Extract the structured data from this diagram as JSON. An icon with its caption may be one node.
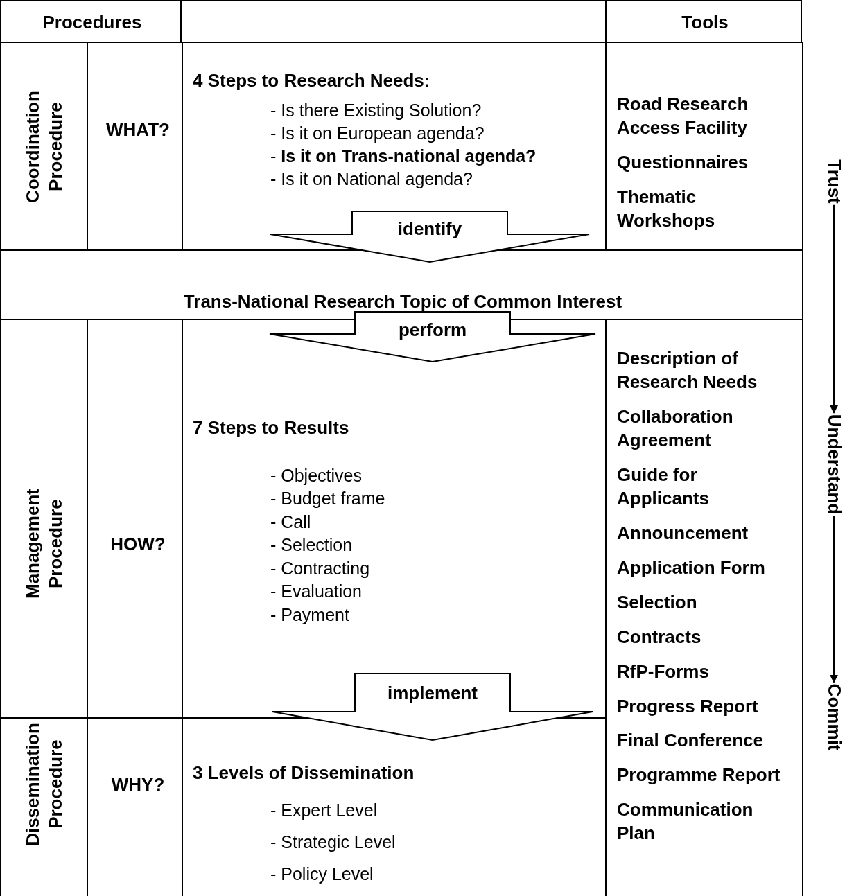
{
  "diagram": {
    "nodes": [
      {
        "text": [
          "Procedures"
        ]
      },
      {
        "text": [
          "Tools"
        ]
      },
      {
        "text": [
          "Coordination Procedure"
        ]
      },
      {
        "text": [
          "WHAT?"
        ]
      },
      {
        "text": [
          "4 Steps to Research Needs:",
          "- Is there Existing Solution?",
          "- Is it on European agenda?",
          "- **Is it on Trans-national agenda?**",
          "- Is it on National agenda?"
        ]
      },
      {
        "text": [
          "Road Research Access Facility",
          "Questionnaires",
          "Thematic Workshops"
        ]
      },
      {
        "text": [
          "Trans-National Research Topic of Common Interest"
        ]
      },
      {
        "text": [
          "Management Procedure"
        ]
      },
      {
        "text": [
          "HOW?"
        ]
      },
      {
        "text": [
          "7 Steps to Results",
          "- Objectives",
          "- Budget frame",
          "- Call",
          "- Selection",
          "- Contracting",
          "- Evaluation",
          "- Payment"
        ]
      },
      {
        "text": [
          "Description of Research Needs",
          "Collaboration Agreement",
          "Guide for Applicants",
          "Announcement",
          "Application Form",
          "Selection",
          "Contracts",
          "RfP-Forms",
          "Progress Report"
        ]
      },
      {
        "text": [
          "Dissemination Procedure"
        ]
      },
      {
        "text": [
          "WHY?"
        ]
      },
      {
        "text": [
          "3 Levels of Dissemination",
          "- Expert Level",
          "- Strategic Level",
          "- Policy Level"
        ]
      },
      {
        "text": [
          "Final Conference",
          "Programme Report",
          "Communication Plan"
        ]
      },
      {
        "text": [
          "Trust"
        ]
      },
      {
        "text": [
          "Understand"
        ]
      },
      {
        "text": [
          "Commit"
        ]
      }
    ],
    "edges": [
      {
        "from": 4,
        "to": 6,
        "arrow": "to",
        "label": "identify"
      },
      {
        "from": 6,
        "to": 9,
        "arrow": "to",
        "label": "perform"
      },
      {
        "from": 9,
        "to": 13,
        "arrow": "to",
        "label": "implement"
      },
      {
        "from": 15,
        "to": 16,
        "arrow": "to"
      },
      {
        "from": 16,
        "to": 17,
        "arrow": "to"
      }
    ]
  }
}
